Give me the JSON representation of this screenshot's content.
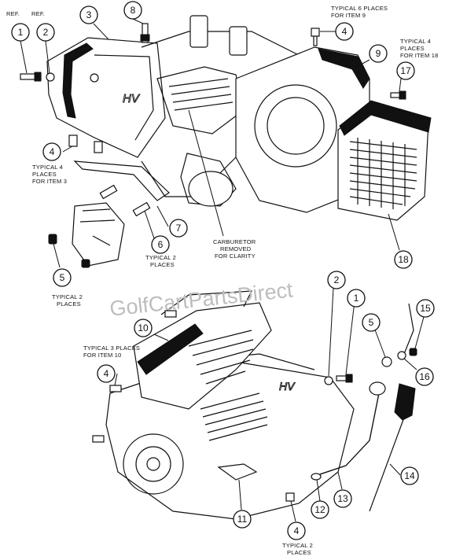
{
  "diagram": {
    "watermark": "GolfCartPartsDirect",
    "notes": {
      "ref_left": "REF.",
      "ref_right": "REF.",
      "typical6": [
        "TYPICAL 6 PLACES",
        "FOR ITEM 9"
      ],
      "typical4_18": [
        "TYPICAL 4",
        "PLACES",
        "FOR ITEM 18"
      ],
      "typical4_3": [
        "TYPICAL 4",
        "PLACES",
        "FOR ITEM 3"
      ],
      "typical2_a": [
        "TYPICAL 2",
        "PLACES"
      ],
      "carburetor": [
        "CARBURETOR",
        "REMOVED",
        "FOR CLARITY"
      ],
      "typical2_b": [
        "TYPICAL 2",
        "PLACES"
      ],
      "typical3": [
        "TYPICAL 3 PLACES",
        "FOR ITEM 10"
      ],
      "typical2_c": [
        "TYPICAL 2",
        "PLACES"
      ]
    },
    "callouts": {
      "c1_top": "1",
      "c2_top": "2",
      "c3": "3",
      "c8": "8",
      "c4_top": "4",
      "c9": "9",
      "c17": "17",
      "c4_left": "4",
      "c7": "7",
      "c6": "6",
      "c5_left": "5",
      "c18": "18",
      "c2_bot": "2",
      "c1_bot": "1",
      "c5_right": "5",
      "c15": "15",
      "c10": "10",
      "c16": "16",
      "c4_mid": "4",
      "c14": "14",
      "c12": "12",
      "c13": "13",
      "c11": "11",
      "c4_bot": "4"
    },
    "engine_mark": "HV"
  }
}
